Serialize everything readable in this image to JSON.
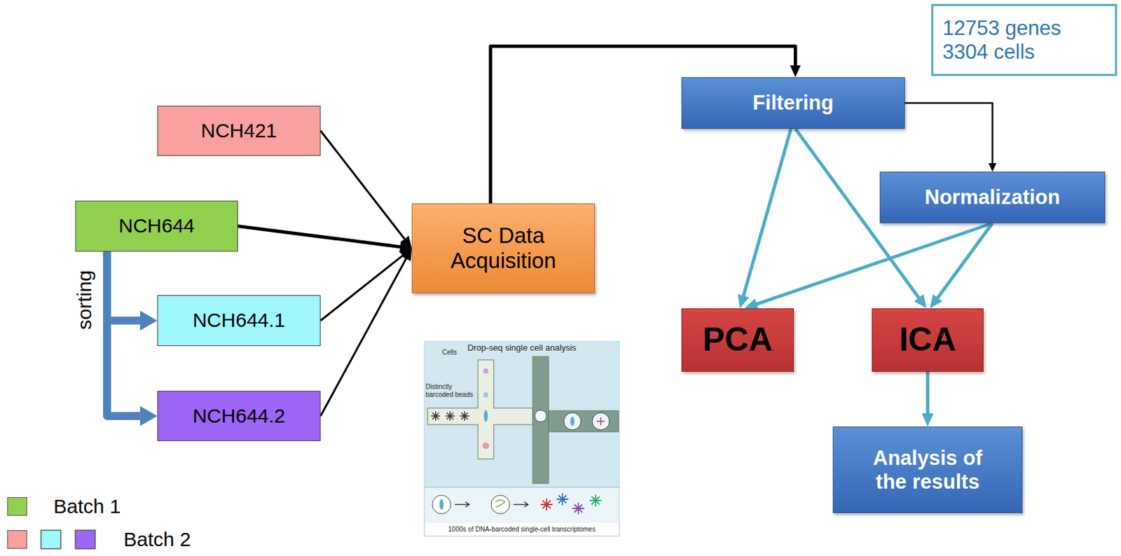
{
  "diagram": {
    "nodes": [
      {
        "text": [
          "NCH421"
        ]
      },
      {
        "text": [
          "NCH644"
        ]
      },
      {
        "text": [
          "NCH644.1"
        ]
      },
      {
        "text": [
          "NCH644.2"
        ]
      },
      {
        "text": [
          "SC Data Acquisition"
        ]
      },
      {
        "text": [
          "Filtering"
        ]
      },
      {
        "text": [
          "12753 genes 3304 cells"
        ]
      },
      {
        "text": [
          "Normalization"
        ]
      },
      {
        "text": [
          "PCA"
        ]
      },
      {
        "text": [
          "ICA"
        ]
      },
      {
        "text": [
          "Analysis of the results"
        ]
      }
    ],
    "edges": [
      {
        "from": 0,
        "to": 4,
        "arrow": "to"
      },
      {
        "from": 1,
        "to": 4,
        "arrow": "to"
      },
      {
        "from": 2,
        "to": 4,
        "arrow": "to"
      },
      {
        "from": 3,
        "to": 4,
        "arrow": "to"
      },
      {
        "from": 1,
        "to": 2,
        "arrow": "to"
      },
      {
        "from": 1,
        "to": 3,
        "arrow": "to"
      },
      {
        "from": 4,
        "to": 5,
        "arrow": "to"
      },
      {
        "from": 5,
        "to": 7,
        "arrow": "to"
      },
      {
        "from": 5,
        "to": 8,
        "arrow": "to"
      },
      {
        "from": 5,
        "to": 9,
        "arrow": "to"
      },
      {
        "from": 7,
        "to": 8,
        "arrow": "to"
      },
      {
        "from": 7,
        "to": 9,
        "arrow": "to"
      },
      {
        "from": 9,
        "to": 10,
        "arrow": "to"
      }
    ],
    "labels": [
      "sorting",
      "Drop-seq single cell analysis",
      "Cells",
      "Distinctly barcoded beads",
      "1000s of DNA-barcoded single-cell transcriptomes"
    ],
    "legend": [
      {
        "text": "Batch 1",
        "color": "#92d050"
      },
      {
        "text": "Batch 2",
        "color": "#f9a0a0"
      }
    ]
  }
}
